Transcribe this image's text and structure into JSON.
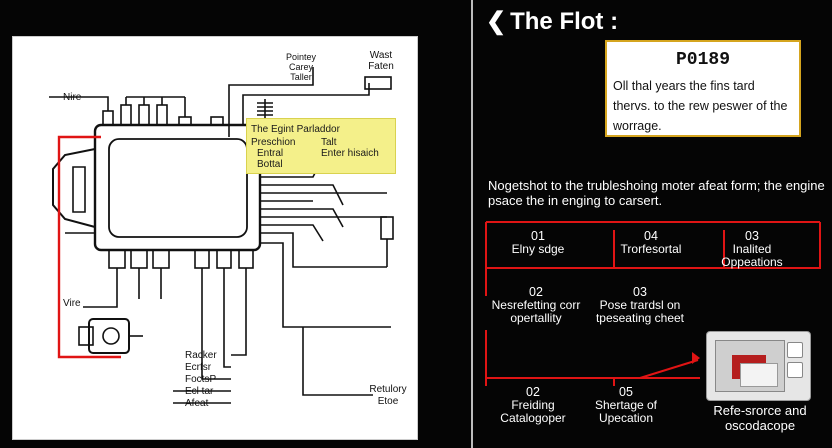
{
  "header": {
    "title": "The Flot :",
    "back_icon": "left-arrow-icon"
  },
  "code_card": {
    "code": "P0189",
    "description": "Oll thal years the fins tard thervs. to the rew peswer of the worrage."
  },
  "intro_text": "Nogetshot to the trubleshoing moter afeat form; the engine psace the in enging to carsert.",
  "steps": [
    {
      "num": "01",
      "label": "Elny sdge"
    },
    {
      "num": "04",
      "label": "Trorfesortal"
    },
    {
      "num": "03",
      "label": "Inalited Oppeations"
    },
    {
      "num": "02",
      "label": "Nesrefetting corr opertallity"
    },
    {
      "num": "03",
      "label": "Pose trardsl on tpeseating cheet"
    },
    {
      "num": "02",
      "label": "Freiding Catalogoper"
    },
    {
      "num": "05",
      "label": "Shertage of Upecation"
    }
  ],
  "thumbnail": {
    "caption": "Refe-srorce and oscodacope",
    "icon": "diagnostic-scanner-icon"
  },
  "diagram": {
    "labels": {
      "nire": "Nire",
      "vire": "Vire",
      "pointey": "Pointey",
      "carey": "Carey",
      "taller": "Taller",
      "wast": "Wast",
      "faten": "Faten",
      "racker": "Racker",
      "ecrfsr": "Ecrfsr",
      "foctsp": "FoctsP",
      "ecltar": "Ecl tar",
      "afeat": "Afeat",
      "retulory": "Retulory",
      "etoe": "Etoe"
    },
    "note": {
      "title": "The Egint Parladdor",
      "line1a": "Preschion",
      "line1b": "Talt",
      "line2a": "Entral",
      "line2b": "Enter hisaich",
      "line3": "Bottal"
    }
  },
  "colors": {
    "accent_red": "#e01414",
    "code_border": "#d5a51f",
    "note_bg": "#f4f08a"
  }
}
